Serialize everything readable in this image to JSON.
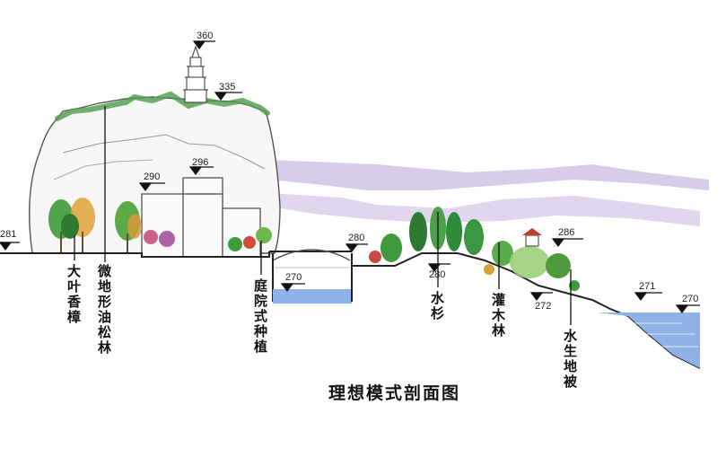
{
  "title": "理想模式剖面图",
  "elevations": {
    "pagoda_top": "360",
    "hill_top": "335",
    "left_ground": "281",
    "building_low": "290",
    "building_high": "296",
    "river_level": "270",
    "right_bank": "280",
    "slope_low": "280",
    "summit": "286",
    "terrace": "272",
    "shore": "271",
    "lake_level": "270"
  },
  "labels": {
    "camphor": "大叶香樟",
    "pine": "微地形油松林",
    "courtyard": "庭院式种植",
    "metasequoia": "水杉",
    "shrub": "灌木林",
    "aquatic": "水生地被"
  },
  "colors": {
    "water": "#8fb3e8",
    "purple_haze": "#b39bd9",
    "tree_green": "#3f9a3c",
    "ground_line": "#222222"
  }
}
